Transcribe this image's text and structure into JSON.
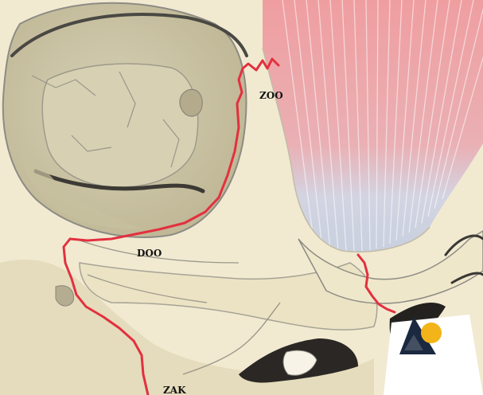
{
  "figure": {
    "labels": {
      "zoo": "ZOO",
      "doo": "DOO",
      "zak": "ZAK"
    },
    "colors": {
      "bone": "#f1ead1",
      "bone_shadow": "#ddd5b4",
      "bone_outline": "#8f8f86",
      "suture": "#e3303f",
      "muscle_top": "#ee9a9c",
      "muscle_bottom": "#c9d2e0",
      "fossa_dark": "#23211f",
      "logo_dark": "#1b2940",
      "logo_accent": "#f2b418"
    },
    "icons": [
      "skull-orbit-illustration",
      "publisher-logo-icon"
    ]
  }
}
